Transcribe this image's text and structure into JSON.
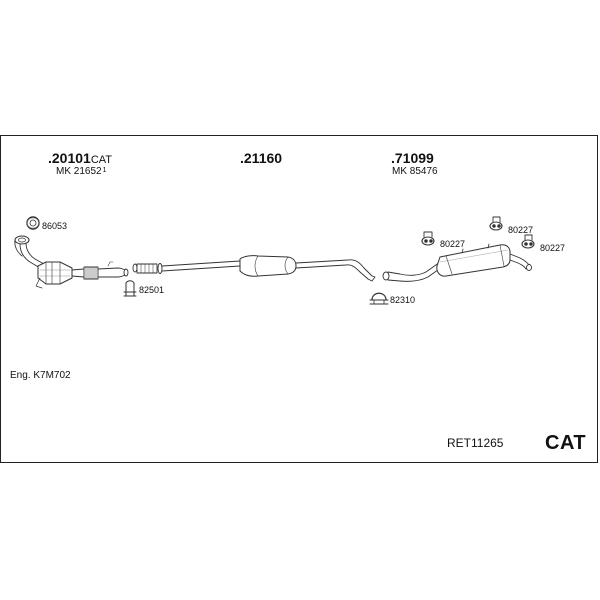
{
  "parts": {
    "p1": {
      "number": "20101",
      "suffix": "CAT",
      "sub_prefix": "MK",
      "sub_number": "21652",
      "footnote": "1"
    },
    "p2": {
      "number": "21160"
    },
    "p3": {
      "number": "71099",
      "sub_prefix": "MK",
      "sub_number": "85476"
    }
  },
  "accessories": {
    "ring": "86053",
    "clamp_front": "82501",
    "clamp_rear": "82310",
    "hanger_a": "80227",
    "hanger_b": "80227",
    "hanger_c": "80227"
  },
  "engine": "Eng. K7M702",
  "reference": "RET11265",
  "badge": "CAT"
}
